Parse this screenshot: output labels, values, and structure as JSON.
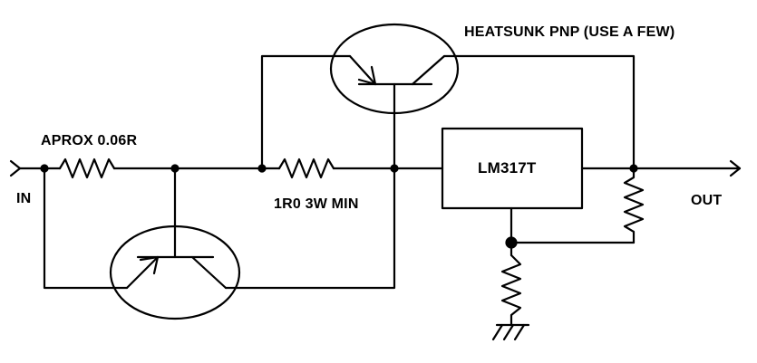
{
  "labels": {
    "heatsunk": "HEATSUNK PNP (USE A FEW)",
    "aprox": "APROX 0.06R",
    "in": "IN",
    "resistor_1r0": "1R0 3W MIN",
    "lm317": "LM317T",
    "out": "OUT"
  },
  "colors": {
    "line": "#000000",
    "background": "#ffffff"
  }
}
